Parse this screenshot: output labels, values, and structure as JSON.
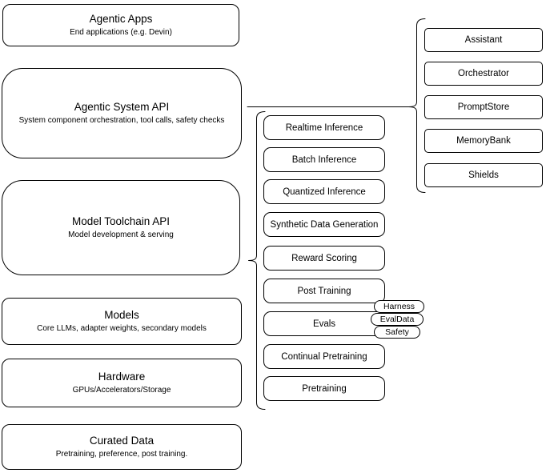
{
  "stack": [
    {
      "title": "Agentic Apps",
      "subtitle": "End applications (e.g. Devin)"
    },
    {
      "title": "Agentic System API",
      "subtitle": "System component orchestration, tool calls, safety checks"
    },
    {
      "title": "Model Toolchain API",
      "subtitle": "Model development & serving"
    },
    {
      "title": "Models",
      "subtitle": "Core LLMs, adapter weights, secondary models"
    },
    {
      "title": "Hardware",
      "subtitle": "GPUs/Accelerators/Storage"
    },
    {
      "title": "Curated Data",
      "subtitle": "Pretraining, preference, post training."
    }
  ],
  "toolchain_services": [
    "Realtime Inference",
    "Batch Inference",
    "Quantized Inference",
    "Synthetic Data Generation",
    "Reward Scoring",
    "Post Training",
    "Evals",
    "Continual Pretraining",
    "Pretraining"
  ],
  "agentic_components": [
    "Assistant",
    "Orchestrator",
    "PromptStore",
    "MemoryBank",
    "Shields"
  ],
  "eval_badges": [
    "Harness",
    "EvalData",
    "Safety"
  ],
  "colors": {
    "stroke": "#000000",
    "fill": "#ffffff",
    "background": "#ffffff"
  }
}
